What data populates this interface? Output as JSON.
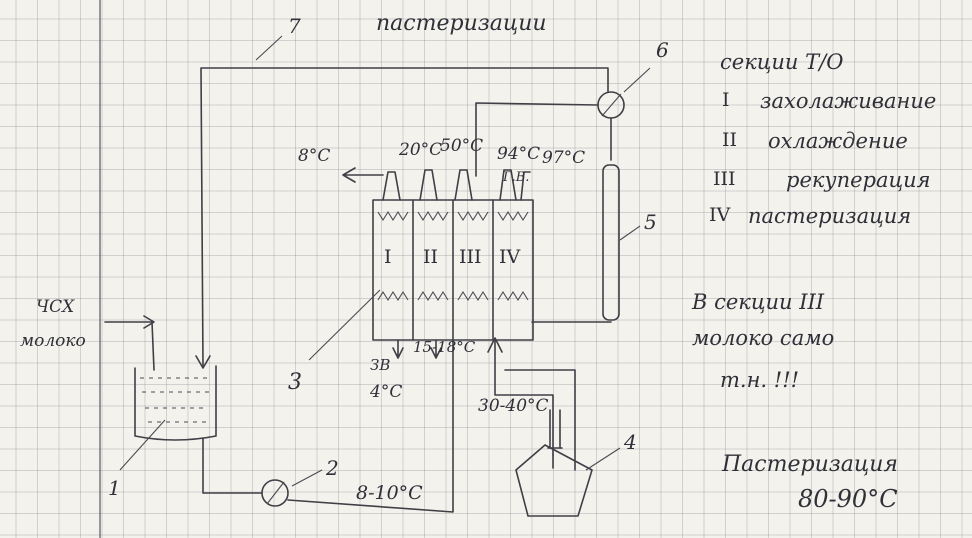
{
  "title": "пастеризации",
  "legend": {
    "heading": "секции Т/О",
    "items": [
      {
        "numeral": "I",
        "text": "захолаживание"
      },
      {
        "numeral": "II",
        "text": "охлаждение"
      },
      {
        "numeral": "III",
        "text": "рекуперация"
      },
      {
        "numeral": "IV",
        "text": "пастеризация"
      }
    ]
  },
  "note": {
    "line1": "В секции III",
    "line2": "молоко само",
    "line3": "т.н. !!!"
  },
  "pasteurization": {
    "label": "Пастеризация",
    "range": "80-90°C"
  },
  "input_label": {
    "line1": "ЧСХ",
    "line2": "молоко"
  },
  "section_labels": [
    "I",
    "II",
    "III",
    "IV"
  ],
  "temperatures": {
    "outlet": "8°C",
    "t20": "20°C",
    "t50": "50°C",
    "t94": "94°C",
    "gv": "Г.В.",
    "t97": "97°C",
    "ice": "ЗВ",
    "ice_temp": "4°C",
    "cool_water": "15-18°C",
    "recirc": "30-40°C",
    "pump_out": "8-10°C"
  },
  "numbers": [
    "1",
    "2",
    "3",
    "4",
    "5",
    "6",
    "7"
  ]
}
